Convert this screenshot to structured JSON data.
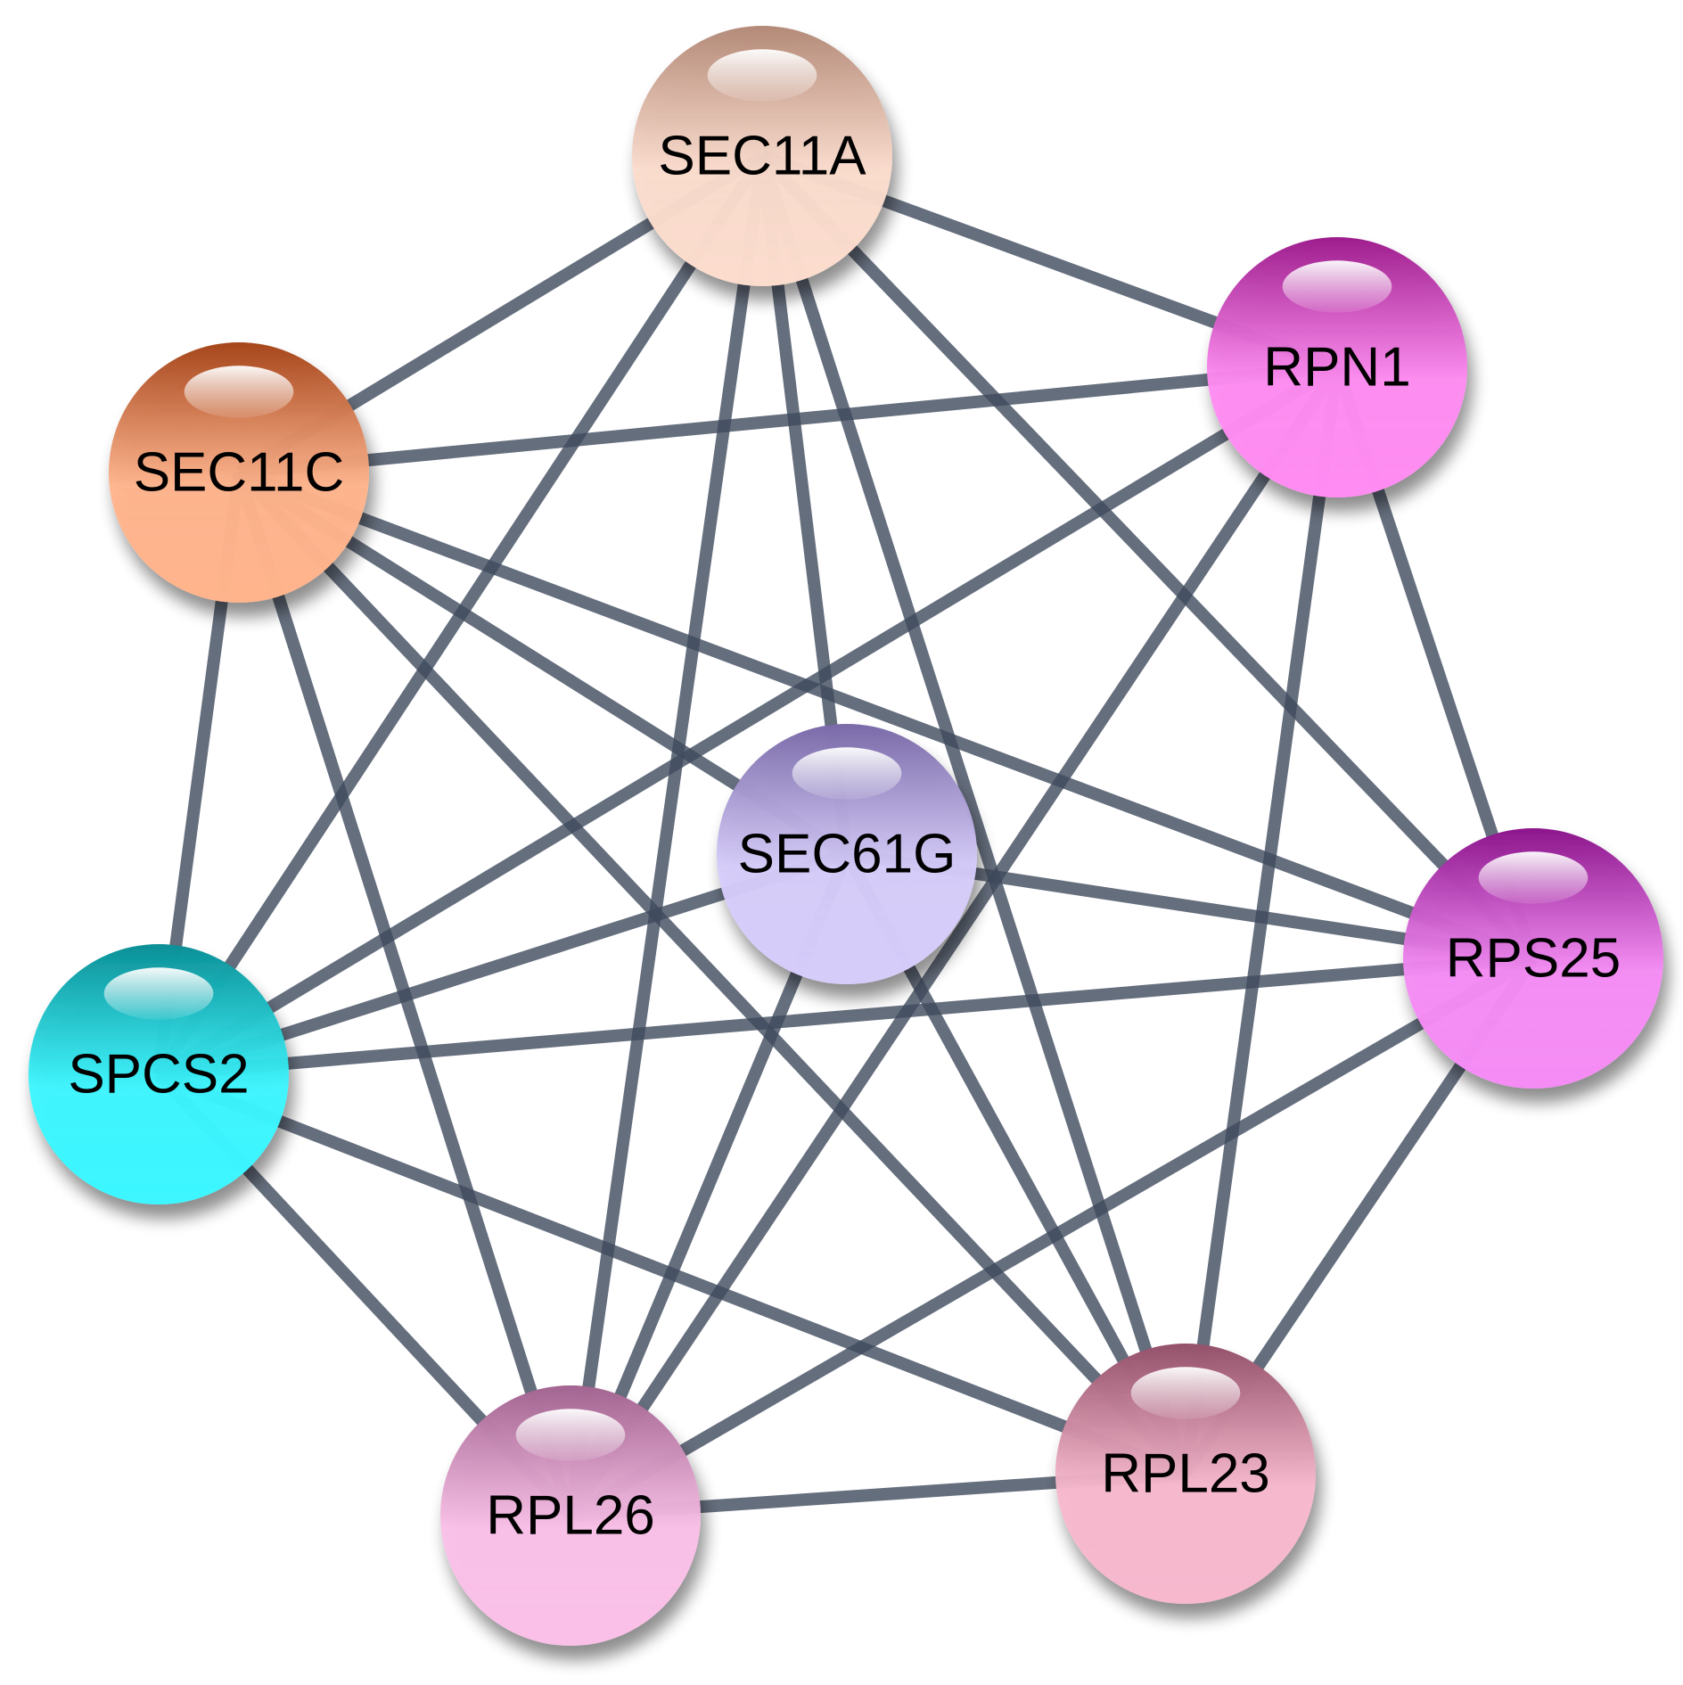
{
  "network": {
    "nodes": [
      {
        "id": "SEC11A",
        "label": "SEC11A",
        "color_top": "#b48a78",
        "color_bottom": "#fbdccd"
      },
      {
        "id": "RPN1",
        "label": "RPN1",
        "color_top": "#9e1d8d",
        "color_bottom": "#ff8cf2"
      },
      {
        "id": "SEC11C",
        "label": "SEC11C",
        "color_top": "#a6451b",
        "color_bottom": "#ffb48c"
      },
      {
        "id": "SEC61G",
        "label": "SEC61G",
        "color_top": "#7a6aa8",
        "color_bottom": "#d6ccfa"
      },
      {
        "id": "RPS25",
        "label": "RPS25",
        "color_top": "#8c158c",
        "color_bottom": "#f58cf5"
      },
      {
        "id": "SPCS2",
        "label": "SPCS2",
        "color_top": "#0b8f96",
        "color_bottom": "#3cf6ff"
      },
      {
        "id": "RPL26",
        "label": "RPL26",
        "color_top": "#a26490",
        "color_bottom": "#fac0e8"
      },
      {
        "id": "RPL23",
        "label": "RPL23",
        "color_top": "#94506a",
        "color_bottom": "#f7b8cd"
      }
    ],
    "edges": [
      [
        "SEC11A",
        "RPN1"
      ],
      [
        "SEC11A",
        "SEC11C"
      ],
      [
        "SEC11A",
        "SEC61G"
      ],
      [
        "SEC11A",
        "RPS25"
      ],
      [
        "SEC11A",
        "SPCS2"
      ],
      [
        "SEC11A",
        "RPL26"
      ],
      [
        "SEC11A",
        "RPL23"
      ],
      [
        "RPN1",
        "SEC11C"
      ],
      [
        "RPN1",
        "RPS25"
      ],
      [
        "RPN1",
        "SPCS2"
      ],
      [
        "RPN1",
        "RPL26"
      ],
      [
        "RPN1",
        "RPL23"
      ],
      [
        "SEC11C",
        "SEC61G"
      ],
      [
        "SEC11C",
        "RPS25"
      ],
      [
        "SEC11C",
        "SPCS2"
      ],
      [
        "SEC11C",
        "RPL26"
      ],
      [
        "SEC11C",
        "RPL23"
      ],
      [
        "SEC61G",
        "RPS25"
      ],
      [
        "SEC61G",
        "SPCS2"
      ],
      [
        "SEC61G",
        "RPL26"
      ],
      [
        "SEC61G",
        "RPL23"
      ],
      [
        "RPS25",
        "SPCS2"
      ],
      [
        "RPS25",
        "RPL26"
      ],
      [
        "RPS25",
        "RPL23"
      ],
      [
        "SPCS2",
        "RPL26"
      ],
      [
        "SPCS2",
        "RPL23"
      ],
      [
        "RPL26",
        "RPL23"
      ]
    ],
    "edge_color": "#3f4a5c"
  }
}
